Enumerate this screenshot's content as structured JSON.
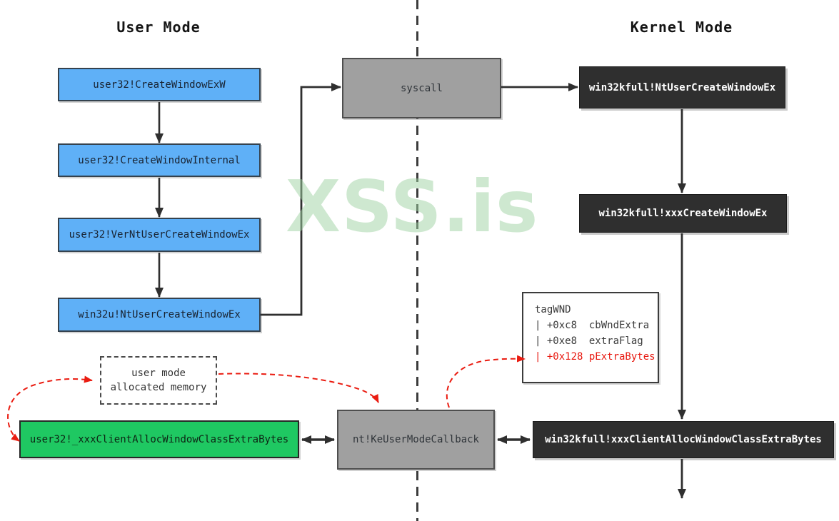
{
  "titles": {
    "user_mode": "User Mode",
    "kernel_mode": "Kernel Mode"
  },
  "watermark": "XSS.is",
  "user_chain": [
    {
      "label": "user32!CreateWindowExW"
    },
    {
      "label": "user32!CreateWindowInternal"
    },
    {
      "label": "user32!VerNtUserCreateWindowEx"
    },
    {
      "label": "win32u!NtUserCreateWindowEx"
    }
  ],
  "syscall": {
    "label": "syscall"
  },
  "kernel_chain": [
    {
      "label": "win32kfull!NtUserCreateWindowEx"
    },
    {
      "label": "win32kfull!xxxCreateWindowEx"
    },
    {
      "label": "win32kfull!xxxClientAllocWindowClassExtraBytes"
    }
  ],
  "callback": {
    "label": "nt!KeUserModeCallback"
  },
  "alloc_fn": {
    "label": "user32!_xxxClientAllocWindowClassExtraBytes"
  },
  "memory_box": {
    "line1": "user mode",
    "line2": "allocated memory"
  },
  "tagwnd": {
    "title": "tagWND",
    "rows": [
      "| +0xc8  cbWndExtra",
      "| +0xe8  extraFlag",
      "| +0x128 pExtraBytes"
    ],
    "highlight_row_index": 2
  },
  "colors": {
    "user_box_fill": "#5fb0f7",
    "kernel_box_fill": "#2f2f2f",
    "gray_box_fill": "#a0a0a0",
    "alloc_box_fill": "#1fc862",
    "highlight_red": "#e8180f",
    "arrow_black": "#2f2f2f",
    "watermark_green": "#cfe9d0"
  }
}
